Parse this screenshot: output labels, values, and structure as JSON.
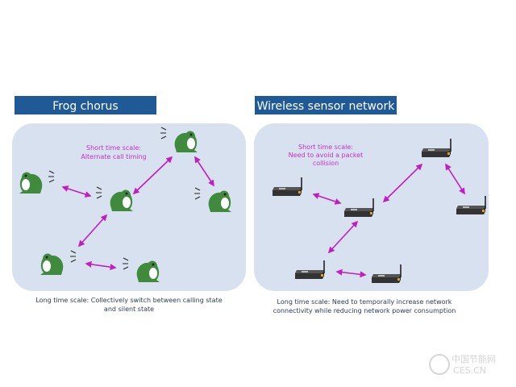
{
  "frog_panel": {
    "title": "Frog chorus",
    "short_scale": [
      "Short time scale:",
      "Alternate call timing"
    ],
    "long_scale": [
      "Long time scale: Collectively switch between calling state",
      "and silent state"
    ]
  },
  "wsn_panel": {
    "title": "Wireless sensor network",
    "short_scale": [
      "Short time scale:",
      "Need to avoid a packet",
      "collision"
    ],
    "long_scale": [
      "Long time scale: Need to temporally increase network",
      "connectivity while reducing network power consumption"
    ]
  },
  "watermark": {
    "line1": "中国节能网",
    "line2": "CES.CN"
  },
  "colors": {
    "header": "#1f5a97",
    "panel": "#d7e1f0",
    "arrow": "#c21dc2",
    "frog": "#3f8a3c"
  }
}
